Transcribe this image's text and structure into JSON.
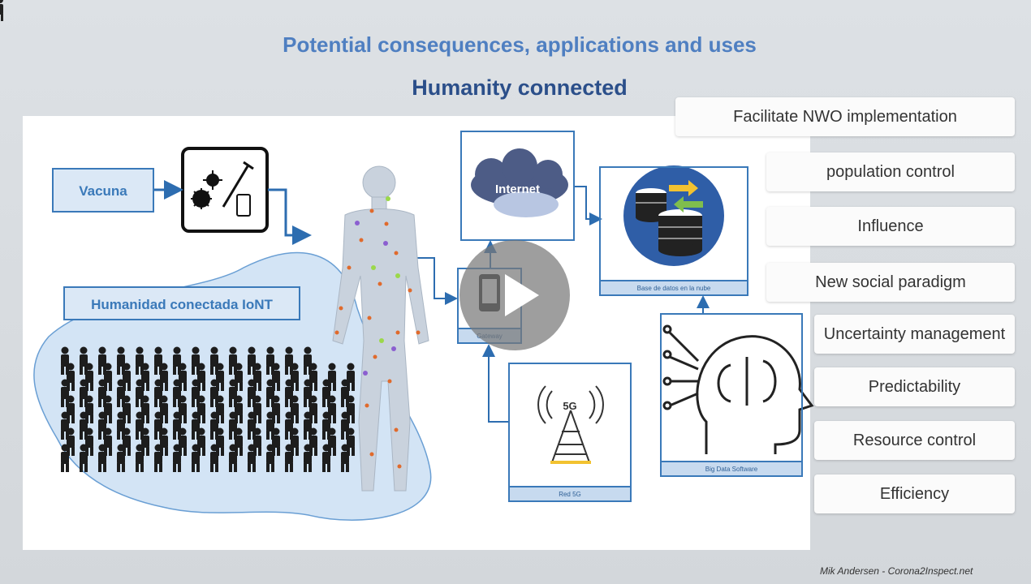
{
  "header": {
    "title": "Potential consequences, applications and uses",
    "subtitle": "Humanity connected"
  },
  "diagram": {
    "vacuna": "Vacuna",
    "humanidad": "Humanidad conectada IoNT",
    "internet": "Internet",
    "gateway": "Gateway",
    "database": "Base de datos en la nube",
    "red5g": "Red 5G",
    "red5g_icon_text": "5G",
    "bigdata": "Big Data Software"
  },
  "consequences": [
    "Facilitate NWO implementation",
    "population control",
    "Influence",
    "New social paradigm",
    "Uncertainty management",
    "Predictability",
    "Resource control",
    "Efficiency"
  ],
  "credit": "Mik Andersen - Corona2Inspect.net",
  "colors": {
    "accent": "#3a79b9",
    "title": "#4f7fc1",
    "subtitle": "#2b4f8a"
  }
}
